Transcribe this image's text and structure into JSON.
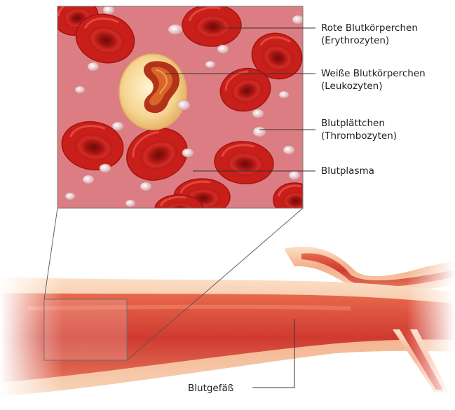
{
  "labels": {
    "red_cells": [
      "Rote Blutkörperchen",
      "(Erythrozyten)"
    ],
    "white_cells": [
      "Weiße Blutkörperchen",
      "(Leukozyten)"
    ],
    "platelets": [
      "Blutplättchen",
      "(Thrombozyten)"
    ],
    "plasma": [
      "Blutplasma"
    ],
    "vessel": [
      "Blutgefäß"
    ]
  },
  "colors": {
    "plasma": "#d9787e",
    "red_cell": "#c41e1a",
    "red_cell_dark": "#8e0f0c",
    "white_cell": "#f7d898",
    "nucleus": "#b3321a",
    "platelet": "#ecc4c8",
    "vessel_outer": "#f7c8a2",
    "vessel_inner": "#d8463a",
    "leader_line": "#333333"
  }
}
